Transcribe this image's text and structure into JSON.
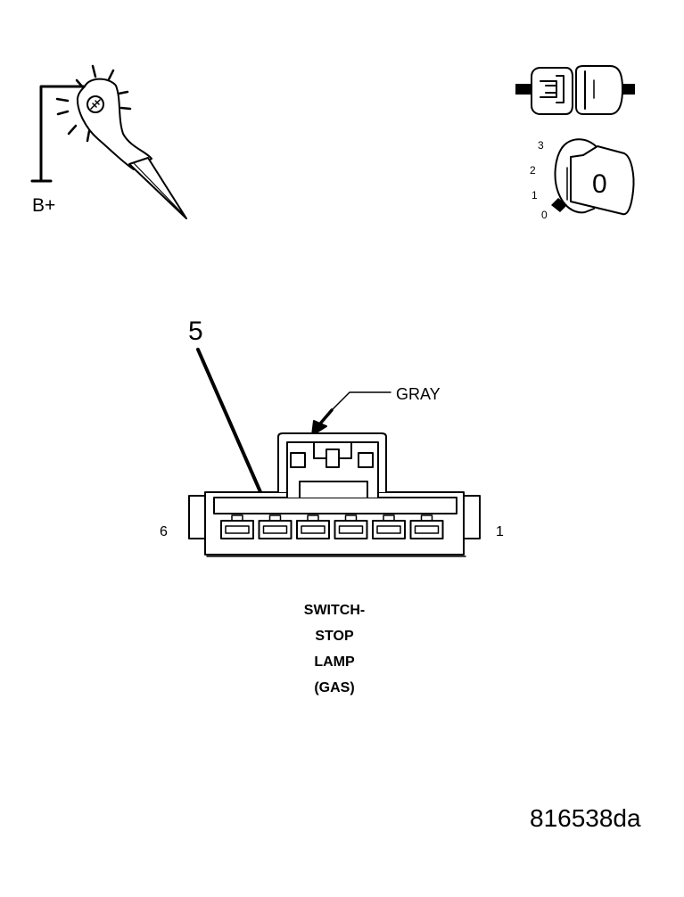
{
  "probe": {
    "supply_label": "B+"
  },
  "ignition": {
    "positions": [
      "3",
      "2",
      "1",
      "0"
    ],
    "key_position": "0"
  },
  "connector": {
    "callout_pin": "5",
    "wire_color": "GRAY",
    "end_pin_left": "6",
    "end_pin_right": "1",
    "caption": [
      "SWITCH-",
      "STOP",
      "LAMP",
      "(GAS)"
    ]
  },
  "figure_id": "816538da"
}
